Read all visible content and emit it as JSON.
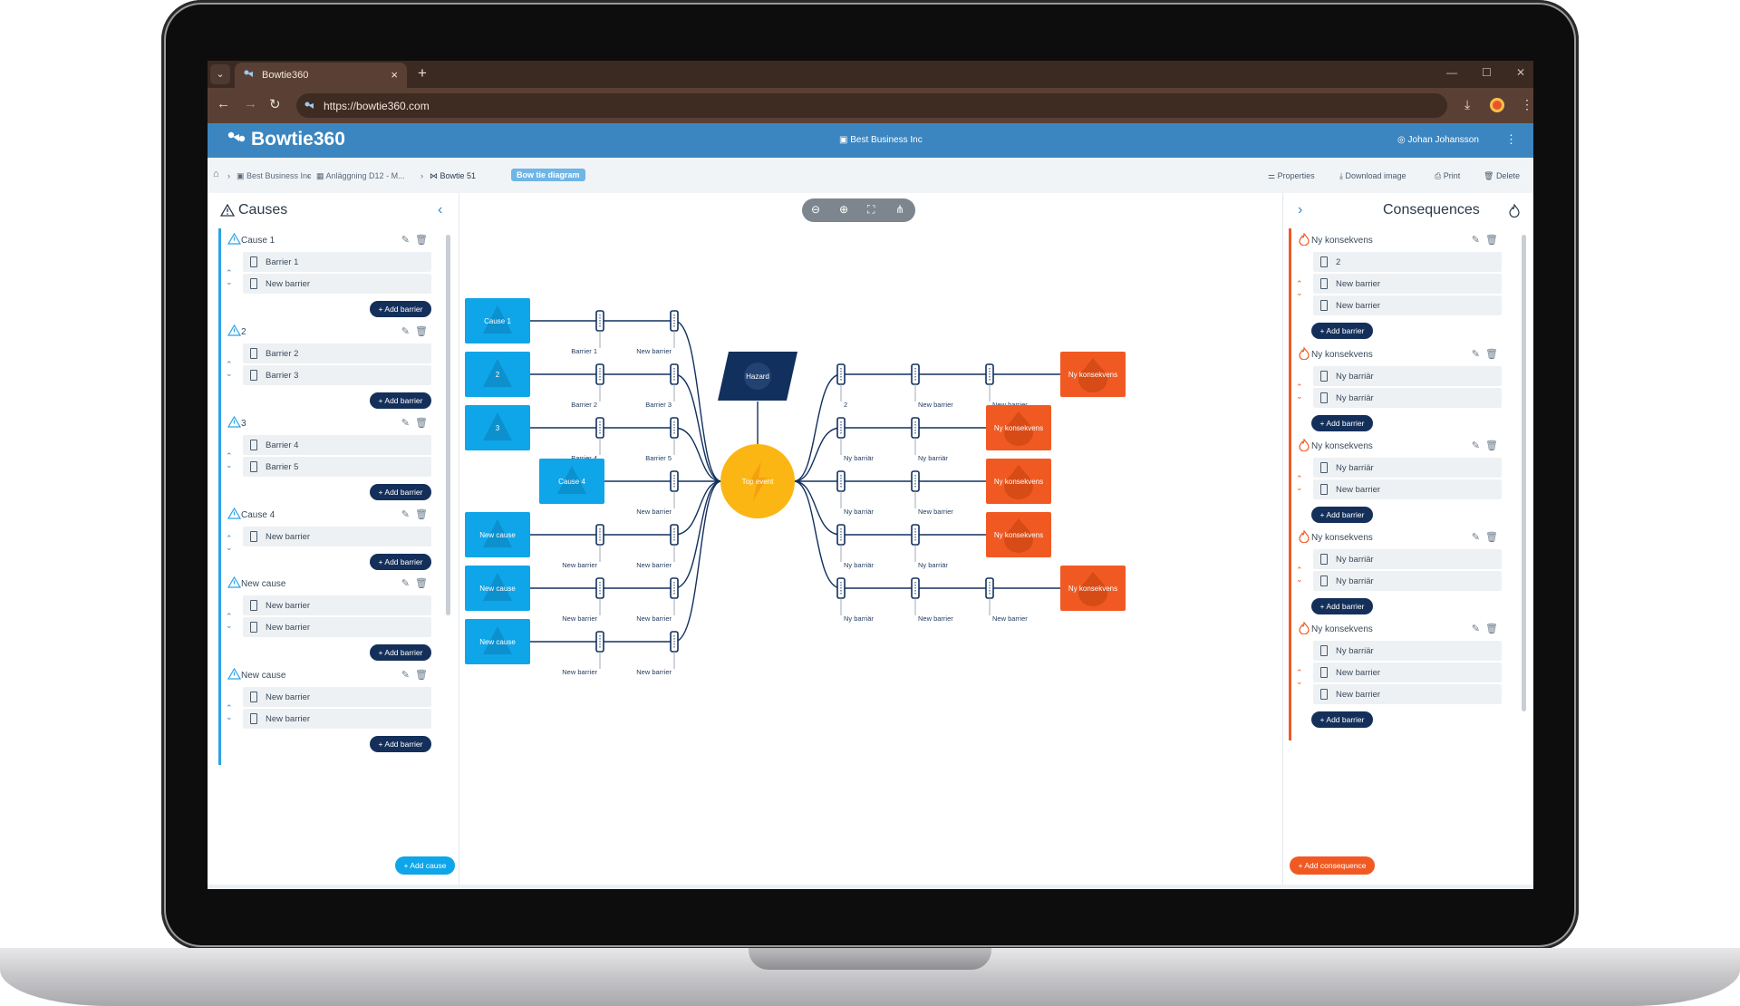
{
  "browser": {
    "tab_title": "Bowtie360",
    "url": "https://bowtie360.com",
    "new_tab": "+",
    "close_tab": "×"
  },
  "app": {
    "logo": "Bowtie360",
    "organization": "Best Business Inc",
    "user": "Johan Johansson"
  },
  "breadcrumb": {
    "org": "Best Business Inc",
    "facility": "Anläggning D12 - M...",
    "bowtie": "Bowtie 51",
    "view_tag": "Bow tie diagram"
  },
  "actions": {
    "properties": "Properties",
    "download": "Download image",
    "print": "Print",
    "delete": "Delete"
  },
  "causes_panel": {
    "title": "Causes",
    "add_barrier": "+ Add barrier",
    "add_cause": "+ Add cause",
    "items": [
      {
        "label": "Cause 1",
        "barriers": [
          "Barrier 1",
          "New barrier"
        ]
      },
      {
        "label": "2",
        "barriers": [
          "Barrier 2",
          "Barrier 3"
        ]
      },
      {
        "label": "3",
        "barriers": [
          "Barrier 4",
          "Barrier 5"
        ]
      },
      {
        "label": "Cause 4",
        "barriers": [
          "New barrier"
        ]
      },
      {
        "label": "New cause",
        "barriers": [
          "New barrier",
          "New barrier"
        ]
      },
      {
        "label": "New cause",
        "barriers": [
          "New barrier",
          "New barrier"
        ]
      }
    ]
  },
  "consequences_panel": {
    "title": "Consequences",
    "add_barrier": "+ Add barrier",
    "add_consequence": "+ Add consequence",
    "items": [
      {
        "label": "Ny konsekvens",
        "barriers": [
          "2",
          "New barrier",
          "New barrier"
        ]
      },
      {
        "label": "Ny konsekvens",
        "barriers": [
          "Ny barriär",
          "Ny barriär"
        ]
      },
      {
        "label": "Ny konsekvens",
        "barriers": [
          "Ny barriär",
          "New barrier"
        ]
      },
      {
        "label": "Ny konsekvens",
        "barriers": [
          "Ny barriär",
          "Ny barriär"
        ]
      },
      {
        "label": "Ny konsekvens",
        "barriers": [
          "Ny barriär",
          "New barrier",
          "New barrier"
        ]
      }
    ]
  },
  "diagram": {
    "hazard": "Hazard",
    "top_event": "Top event",
    "colors": {
      "cause": "#0ea5e9",
      "consequence": "#f05a22",
      "hazard": "#12305e",
      "top_event": "#fbb614",
      "line": "#12305e"
    },
    "causes": [
      {
        "label": "Cause 1",
        "barriers": [
          "Barrier 1",
          "New barrier"
        ]
      },
      {
        "label": "2",
        "barriers": [
          "Barrier 2",
          "Barrier 3"
        ]
      },
      {
        "label": "3",
        "barriers": [
          "Barrier 4",
          "Barrier 5"
        ]
      },
      {
        "label": "Cause 4",
        "barriers": [
          "New barrier"
        ]
      },
      {
        "label": "New cause",
        "barriers": [
          "New barrier",
          "New barrier"
        ]
      },
      {
        "label": "New cause",
        "barriers": [
          "New barrier",
          "New barrier"
        ]
      },
      {
        "label": "New cause",
        "barriers": [
          "New barrier",
          "New barrier"
        ]
      }
    ],
    "consequences": [
      {
        "label": "Ny konsekvens",
        "barriers": [
          "2",
          "New barrier",
          "New barrier"
        ]
      },
      {
        "label": "Ny konsekvens",
        "barriers": [
          "Ny barriär",
          "Ny barriär"
        ]
      },
      {
        "label": "Ny konsekvens",
        "barriers": [
          "Ny barriär",
          "New barrier"
        ]
      },
      {
        "label": "Ny konsekvens",
        "barriers": [
          "Ny barriär",
          "Ny barriär"
        ]
      },
      {
        "label": "Ny konsekvens",
        "barriers": [
          "Ny barriär",
          "New barrier",
          "New barrier"
        ]
      }
    ]
  }
}
